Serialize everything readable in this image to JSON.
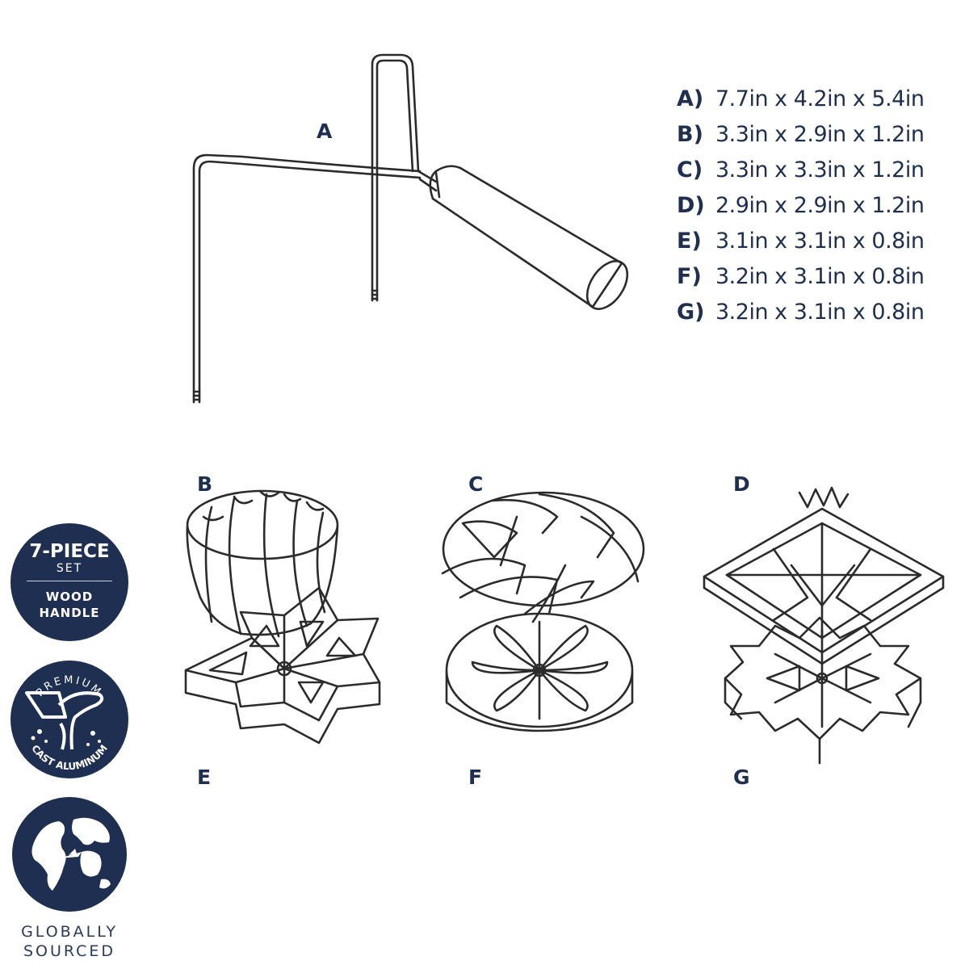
{
  "parts": {
    "a": "A",
    "b": "B",
    "c": "C",
    "d": "D",
    "e": "E",
    "f": "F",
    "g": "G"
  },
  "dimensions": [
    {
      "key": "A)",
      "value": "7.7in x 4.2in x 5.4in"
    },
    {
      "key": "B)",
      "value": "3.3in x 2.9in x 1.2in"
    },
    {
      "key": "C)",
      "value": "3.3in x 3.3in x 1.2in"
    },
    {
      "key": "D)",
      "value": "2.9in x 2.9in x 1.2in"
    },
    {
      "key": "E)",
      "value": "3.1in x 3.1in x 0.8in"
    },
    {
      "key": "F)",
      "value": "3.2in x 3.1in x 0.8in"
    },
    {
      "key": "G)",
      "value": "3.2in x 3.1in x 0.8in"
    }
  ],
  "badges": {
    "set": {
      "line1": "7-PIECE",
      "line2": "SET",
      "line3": "WOOD",
      "line4": "HANDLE"
    },
    "material": {
      "arc_top": "PREMIUM",
      "arc_bottom": "CAST ALUMINUM"
    },
    "origin": {
      "line1": "GLOBALLY",
      "line2": "SOURCED"
    }
  },
  "colors": {
    "navy": "#1e2f52",
    "ink": "#1f2f4f",
    "line": "#2b2b2b"
  }
}
